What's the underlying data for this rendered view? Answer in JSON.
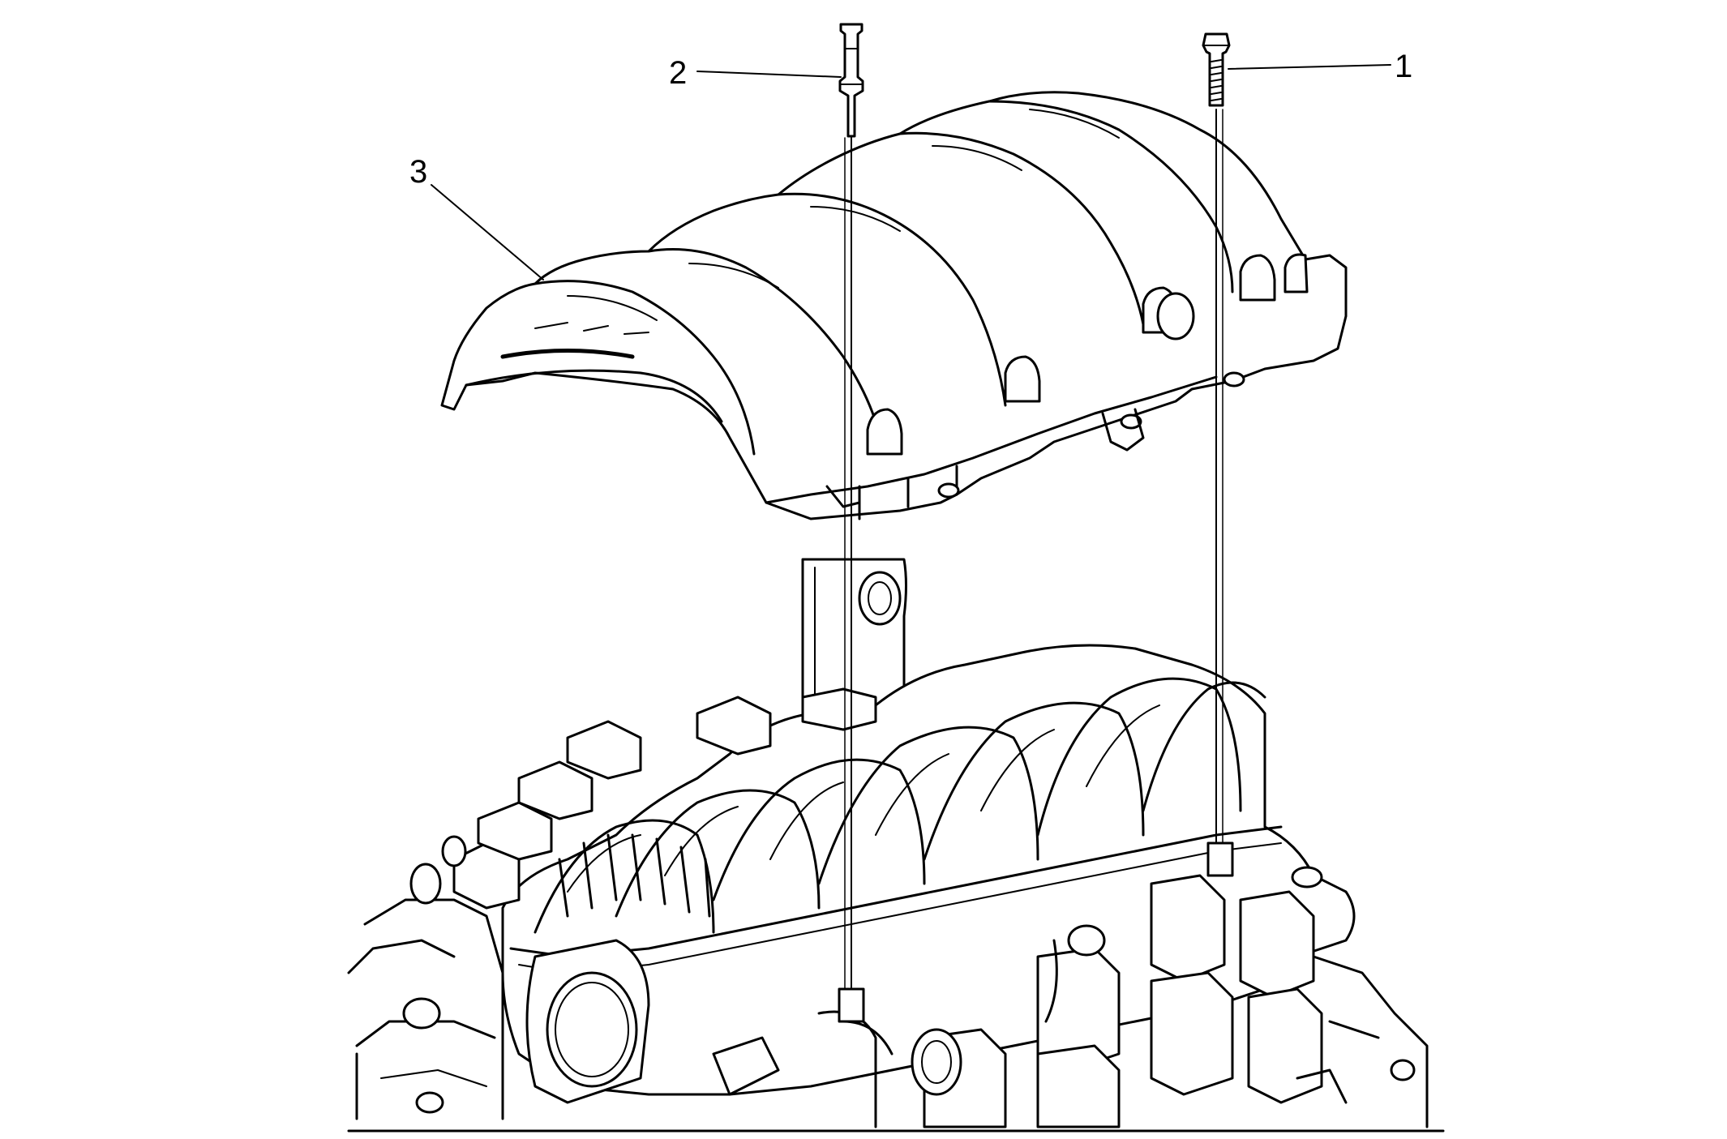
{
  "diagram": {
    "callouts": [
      {
        "id": "1",
        "label": "1",
        "part": "bolt"
      },
      {
        "id": "2",
        "label": "2",
        "part": "stud"
      },
      {
        "id": "3",
        "label": "3",
        "part": "intake-manifold-cover"
      }
    ],
    "line_color": "#000000",
    "background": "#ffffff"
  }
}
